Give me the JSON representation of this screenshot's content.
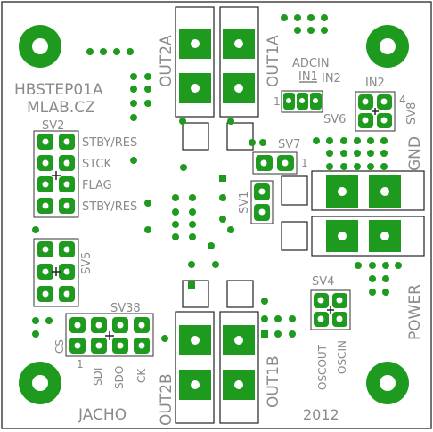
{
  "board": {
    "title_line1": "HBSTEP01A",
    "title_line2": "MLAB.CZ",
    "author": "JACHO",
    "year": "2012"
  },
  "connectors": {
    "out2a": "OUT2A",
    "out1a": "OUT1A",
    "out2b": "OUT2B",
    "out1b": "OUT1B",
    "gnd": "GND",
    "power": "POWER"
  },
  "headers": {
    "sv2": "SV2",
    "sv5": "SV5",
    "sv38": "SV38",
    "sv6": "SV6",
    "sv7": "SV7",
    "sv1": "SV1",
    "sv8": "SV8",
    "sv4": "SV4"
  },
  "signals": {
    "stby_res_top": "STBY/RES",
    "stck": "STCK",
    "flag": "FLAG",
    "stby_res_bottom": "STBY/RES",
    "adcin": "ADCIN",
    "in1": "IN1",
    "in2_sv6": "IN2",
    "in2_sv8": "IN2",
    "pin4": "4",
    "pin1_sv6": "1",
    "pin1_sv7": "1",
    "pin1_sv38": "1",
    "cs": "CS",
    "sdi": "SDI",
    "sdo": "SDO",
    "ck": "CK",
    "oscout": "OSCOUT",
    "oscin": "OSCIN"
  },
  "colors": {
    "copper": "#1e9a1e",
    "silkscreen": "#8a8a8a",
    "outline": "#222222"
  }
}
